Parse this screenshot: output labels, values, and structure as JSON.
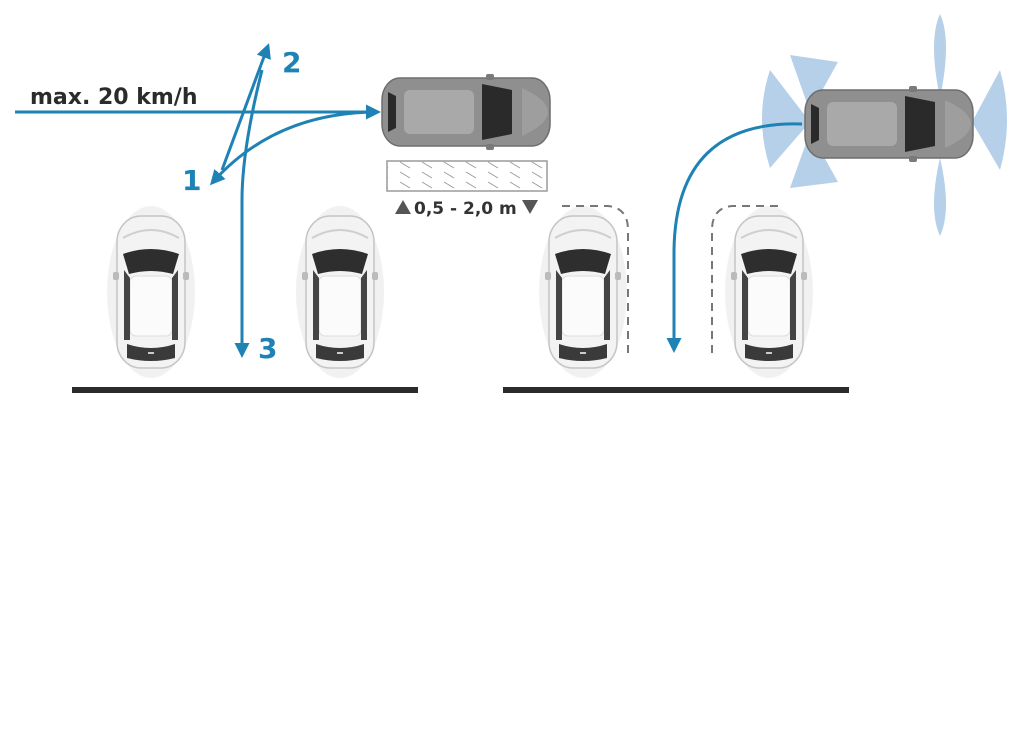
{
  "speed_label": "max. 20 km/h",
  "distance_label": "0,5 - 2,0 m",
  "steps": [
    "1",
    "2",
    "3"
  ],
  "colors": {
    "arrow": "#1e82b4",
    "curb": "#2b2b2b",
    "car_body": "#f2f2f2",
    "car_active": "#8e8e8e",
    "sensor": "#a9c8e4"
  }
}
